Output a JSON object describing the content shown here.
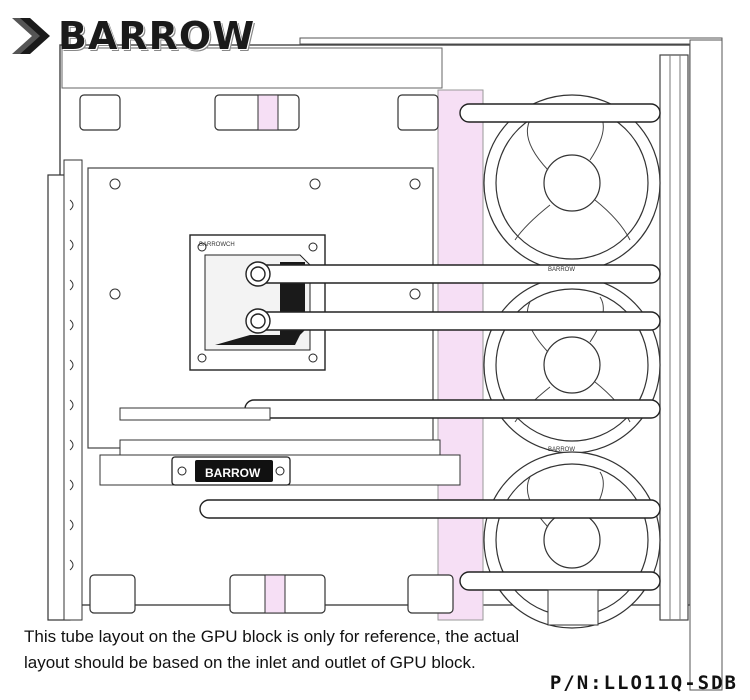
{
  "brand": {
    "name": "BARROW",
    "logo_icon": "barrow-chevron-logo-icon"
  },
  "block_labels": {
    "cpu_block_brand": "BARROWCH",
    "gpu_block_brand": "BARROW"
  },
  "fan_labels": [
    "BARROW",
    "BARROW"
  ],
  "note": {
    "line1": "This tube layout on the GPU block is only for reference, the actual",
    "line2": "layout should be based on the inlet and outlet of GPU block."
  },
  "part_number": "P/N:LLO11Q-SDB",
  "colors": {
    "pink_panel": "#f6dff5",
    "tube": "#ffffff",
    "outline": "#222222",
    "dark": "#1a1a1a"
  }
}
